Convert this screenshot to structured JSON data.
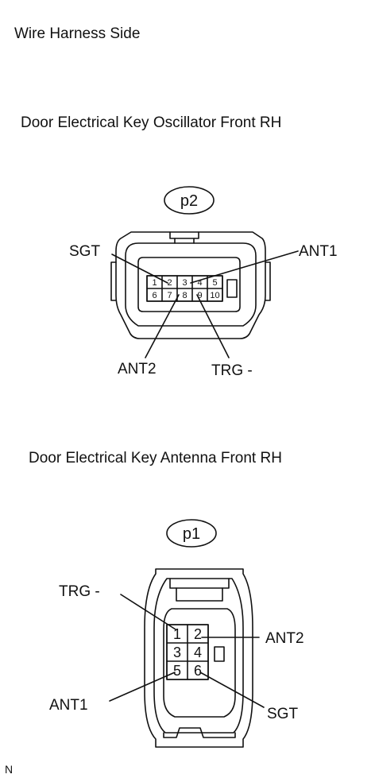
{
  "header": {
    "title": "Wire Harness Side"
  },
  "connectors": [
    {
      "name": "Door Electrical Key Oscillator Front RH",
      "code": "p2",
      "pins": [
        "1",
        "2",
        "3",
        "4",
        "5",
        "6",
        "7",
        "8",
        "9",
        "10"
      ],
      "labels": {
        "sgt": "SGT",
        "ant1": "ANT1",
        "ant2": "ANT2",
        "trg": "TRG -"
      }
    },
    {
      "name": "Door Electrical Key Antenna Front RH",
      "code": "p1",
      "pins": [
        "1",
        "2",
        "3",
        "4",
        "5",
        "6"
      ],
      "labels": {
        "trg": "TRG -",
        "ant2": "ANT2",
        "ant1": "ANT1",
        "sgt": "SGT"
      }
    }
  ],
  "footer": {
    "mark": "N"
  },
  "colors": {
    "line": "#111111",
    "background": "#ffffff"
  }
}
